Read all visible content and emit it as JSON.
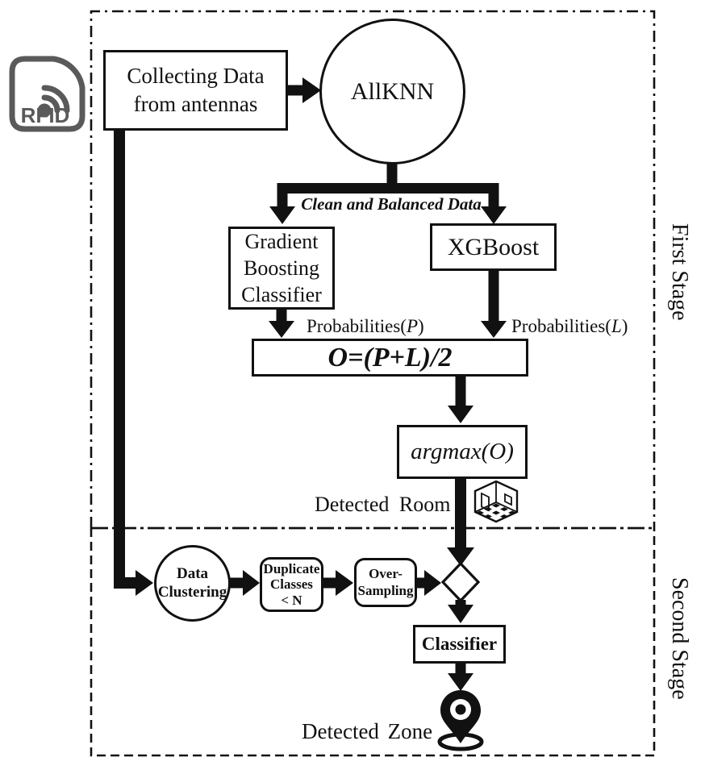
{
  "rfid": {
    "label": "RFID"
  },
  "stage1": {
    "side_label": "First Stage",
    "collecting": "Collecting Data\nfrom antennas",
    "allknn": "AllKNN",
    "clean_balanced": "Clean and Balanced Data",
    "gradient_boosting": "Gradient\nBoosting\nClassifier",
    "xgboost": "XGBoost",
    "probabilities_prefix": "Probabilities(",
    "prob_p_var": "P",
    "prob_l_var": "L",
    "probabilities_suffix": ")",
    "o_formula": "O=(P+L)/2",
    "argmax": "argmax(O)",
    "detected_room": "Detected Room"
  },
  "stage2": {
    "side_label": "Second Stage",
    "data_clustering": "Data\nClustering",
    "duplicate_classes": "Duplicate\nClasses\n< N",
    "oversampling": "Over-\nSampling",
    "classifier": "Classifier",
    "detected_zone": "Detected Zone"
  },
  "colors": {
    "ink": "#111111",
    "rfid_gray": "#5a5a5a",
    "background": "#ffffff"
  }
}
